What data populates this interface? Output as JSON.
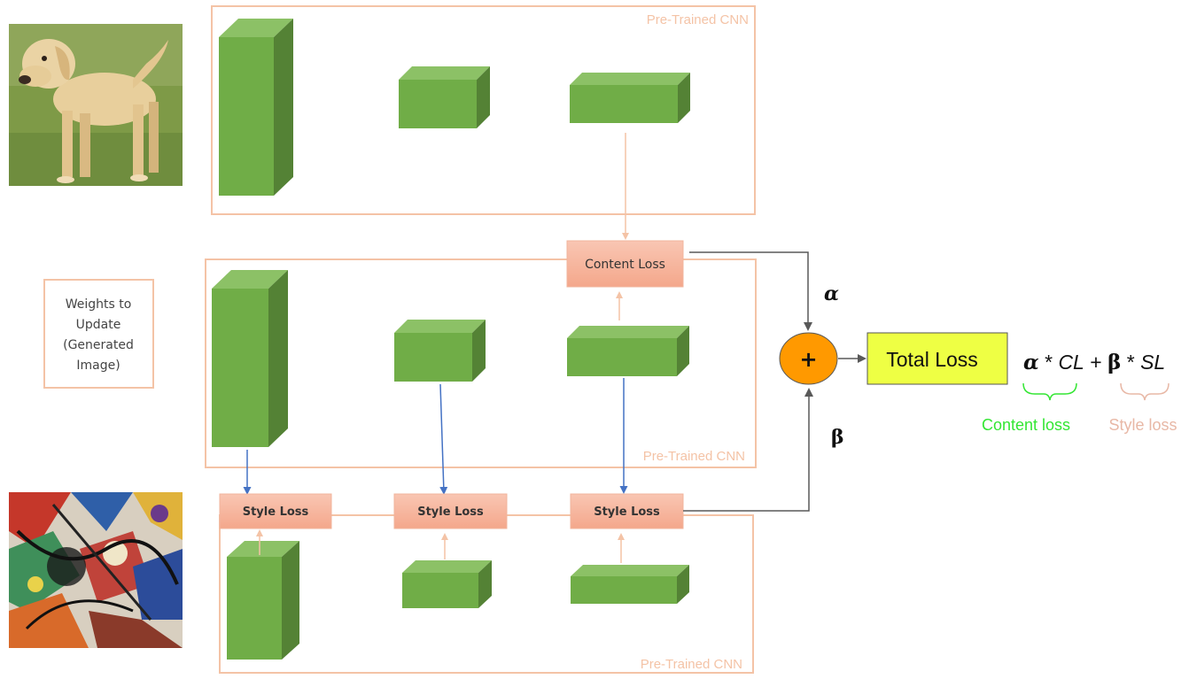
{
  "cnn_label": "Pre-Trained CNN",
  "content_loss_label": "Content Loss",
  "style_loss_label": "Style Loss",
  "weights_box": {
    "lines": [
      "Weights to",
      "Update",
      "(Generated",
      "Image)"
    ]
  },
  "alpha_symbol": "α",
  "beta_symbol": "β",
  "plus_symbol": "+",
  "total_loss_label": "Total Loss",
  "formula": {
    "alpha": "α",
    "part1": " * ",
    "cl": "CL",
    "part2": " + ",
    "beta": "β",
    "part3": " * ",
    "sl": "SL"
  },
  "content_loss_caption": "Content loss",
  "style_loss_caption": "Style loss",
  "images": {
    "content_image": "dog-photo",
    "style_image": "abstract-painting"
  },
  "colors": {
    "frame": "#f4c3a6",
    "block_front": "#70ad47",
    "block_top": "#8cc166",
    "block_side": "#548235",
    "loss_box": "#f4b199",
    "arrow_orange": "#f4c3a6",
    "arrow_blue": "#4472c4",
    "arrow_gray": "#595959",
    "plus_circle": "#ff9900",
    "total_box": "#eeff44",
    "content_caption": "#33e633",
    "style_caption": "#e8b8a6"
  }
}
